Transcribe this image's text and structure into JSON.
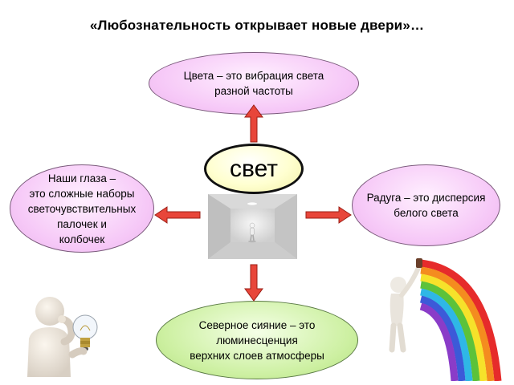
{
  "title": "«Любознательность открывает новые двери»…",
  "center": {
    "label": "свет"
  },
  "nodes": {
    "top": "Цвета – это вибрация света\nразной частоты",
    "left": "Наши глаза –\nэто сложные наборы\nсветочувствительных\nпалочек и\nколбочек",
    "right": "Радуга – это дисперсия\nбелого света",
    "bottom": "Северное сияние – это\nлюминесценция\nверхних слоев атмосферы"
  },
  "colors": {
    "arrow_fill": "#e8463a",
    "arrow_stroke": "#9b1d14",
    "ellipse_pink": "#f6c8f7",
    "ellipse_green": "#cdf0a2",
    "center_fill": "#ffffd0"
  },
  "icons": [
    "room-figure-image",
    "thinking-man-figure",
    "light-bulb-icon",
    "rainbow-figure"
  ]
}
